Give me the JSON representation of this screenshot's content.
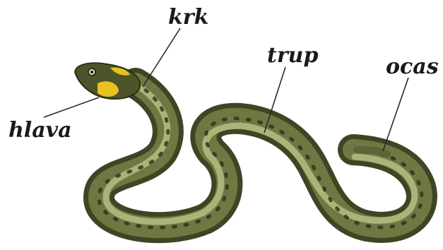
{
  "labels": {
    "head": "hlava",
    "neck": "krk",
    "trunk": "trup",
    "tail": "ocas"
  },
  "colors": {
    "body_dark": "#3d4423",
    "body_mid": "#6b7340",
    "belly_light": "#c7c98f",
    "collar_yellow": "#e8c21f",
    "pointer_line": "#2a2a2a"
  }
}
